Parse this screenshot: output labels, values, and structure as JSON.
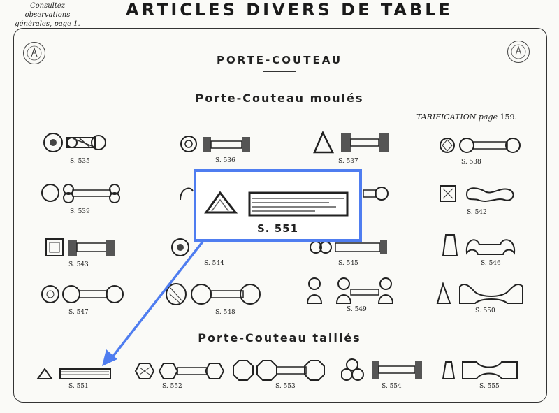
{
  "header": {
    "note_line1": "Consultez observations",
    "note_line2": "générales, page 1.",
    "title": "ARTICLES DIVERS DE TABLE"
  },
  "section_title": "PORTE-COUTEAU",
  "subsection_molded": "Porte-Couteau moulés",
  "pricing_label": "TARIFICATION page",
  "pricing_page": "159.",
  "molded_items": [
    {
      "ref": "S. 535",
      "icon": "flower-rest-icon"
    },
    {
      "ref": "S. 536",
      "icon": "ring-rest-icon"
    },
    {
      "ref": "S. 537",
      "icon": "triangle-rest-icon"
    },
    {
      "ref": "S. 538",
      "icon": "faceted-rest-icon"
    },
    {
      "ref": "S. 539",
      "icon": "bone-rest-icon"
    },
    {
      "ref": "S. 542",
      "icon": "square-rest-icon"
    },
    {
      "ref": "S. 543",
      "icon": "square-rest-icon"
    },
    {
      "ref": "S. 544",
      "icon": "flower-rest-icon"
    },
    {
      "ref": "S. 545",
      "icon": "loop-rest-icon"
    },
    {
      "ref": "S. 546",
      "icon": "scroll-rest-icon"
    },
    {
      "ref": "S. 547",
      "icon": "round-rest-icon"
    },
    {
      "ref": "S. 548",
      "icon": "shell-rest-icon"
    },
    {
      "ref": "S. 549",
      "icon": "cherub-rest-icon"
    },
    {
      "ref": "S. 550",
      "icon": "arch-rest-icon"
    }
  ],
  "subsection_cut": "Porte-Couteau taillés",
  "cut_items": [
    {
      "ref": "S. 551",
      "icon": "prism-rest-icon"
    },
    {
      "ref": "S. 552",
      "icon": "hexagon-rest-icon"
    },
    {
      "ref": "S. 553",
      "icon": "octagon-rest-icon"
    },
    {
      "ref": "S. 554",
      "icon": "trefoil-rest-icon"
    },
    {
      "ref": "S. 555",
      "icon": "arch-rest-icon"
    }
  ],
  "callout": {
    "ref": "S. 551",
    "accent": "#4f7df0"
  }
}
